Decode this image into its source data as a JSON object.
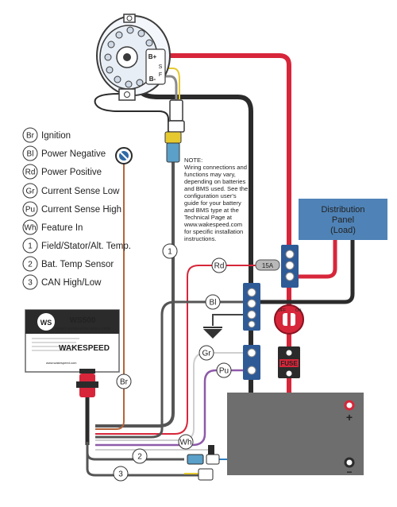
{
  "legend": [
    {
      "code": "Br",
      "label": "Ignition"
    },
    {
      "code": "Bl",
      "label": "Power Negative"
    },
    {
      "code": "Rd",
      "label": "Power Positive"
    },
    {
      "code": "Gr",
      "label": "Current Sense Low"
    },
    {
      "code": "Pu",
      "label": "Current Sense High"
    },
    {
      "code": "Wh",
      "label": "Feature In"
    },
    {
      "code": "1",
      "label": "Field/Stator/Alt. Temp."
    },
    {
      "code": "2",
      "label": "Bat. Temp Sensor"
    },
    {
      "code": "3",
      "label": "CAN High/Low"
    }
  ],
  "note": {
    "lines": [
      "NOTE:",
      "Wiring connections and",
      "functions may vary,",
      "depending on batteries",
      "and BMS used. See the",
      "configuration user's",
      "guide for your battery",
      "and BMS type at the",
      "Technical Page at",
      "www.wakespeed.com",
      "for specific installation",
      "instructions."
    ]
  },
  "distribution_panel": {
    "lines": [
      "Distribution",
      "Panel",
      "(Load)"
    ]
  },
  "fuse_rating": "15A",
  "fuse_label": "FUSE",
  "switch": {
    "off": "OFF",
    "on": "ON"
  },
  "regulator": {
    "model": "WS500",
    "subtitle": "SMART ALTERNATOR REGULATOR",
    "logo": "WS",
    "brand": "WAKESPEED",
    "url": "www.wakespeed.com"
  },
  "alternator_terminals": {
    "b_plus": "B+",
    "b_minus": "B-",
    "s": "S",
    "f": "F"
  },
  "wire_tags": {
    "rd": "Rd",
    "bl": "Bl",
    "gr": "Gr",
    "pu": "Pu",
    "br": "Br",
    "wh": "Wh",
    "one": "1",
    "two": "2",
    "three": "3"
  },
  "battery": {
    "pos": "+",
    "neg": "−"
  },
  "colors": {
    "red": "#d7263a",
    "black": "#2b2b2b",
    "dark_gray": "#444444",
    "brown": "#b5643a",
    "purple": "#8e5aa8",
    "panel_blue": "#4f83b7",
    "busbar_blue": "#2e5a96",
    "battery_gray": "#6e6e6e"
  }
}
